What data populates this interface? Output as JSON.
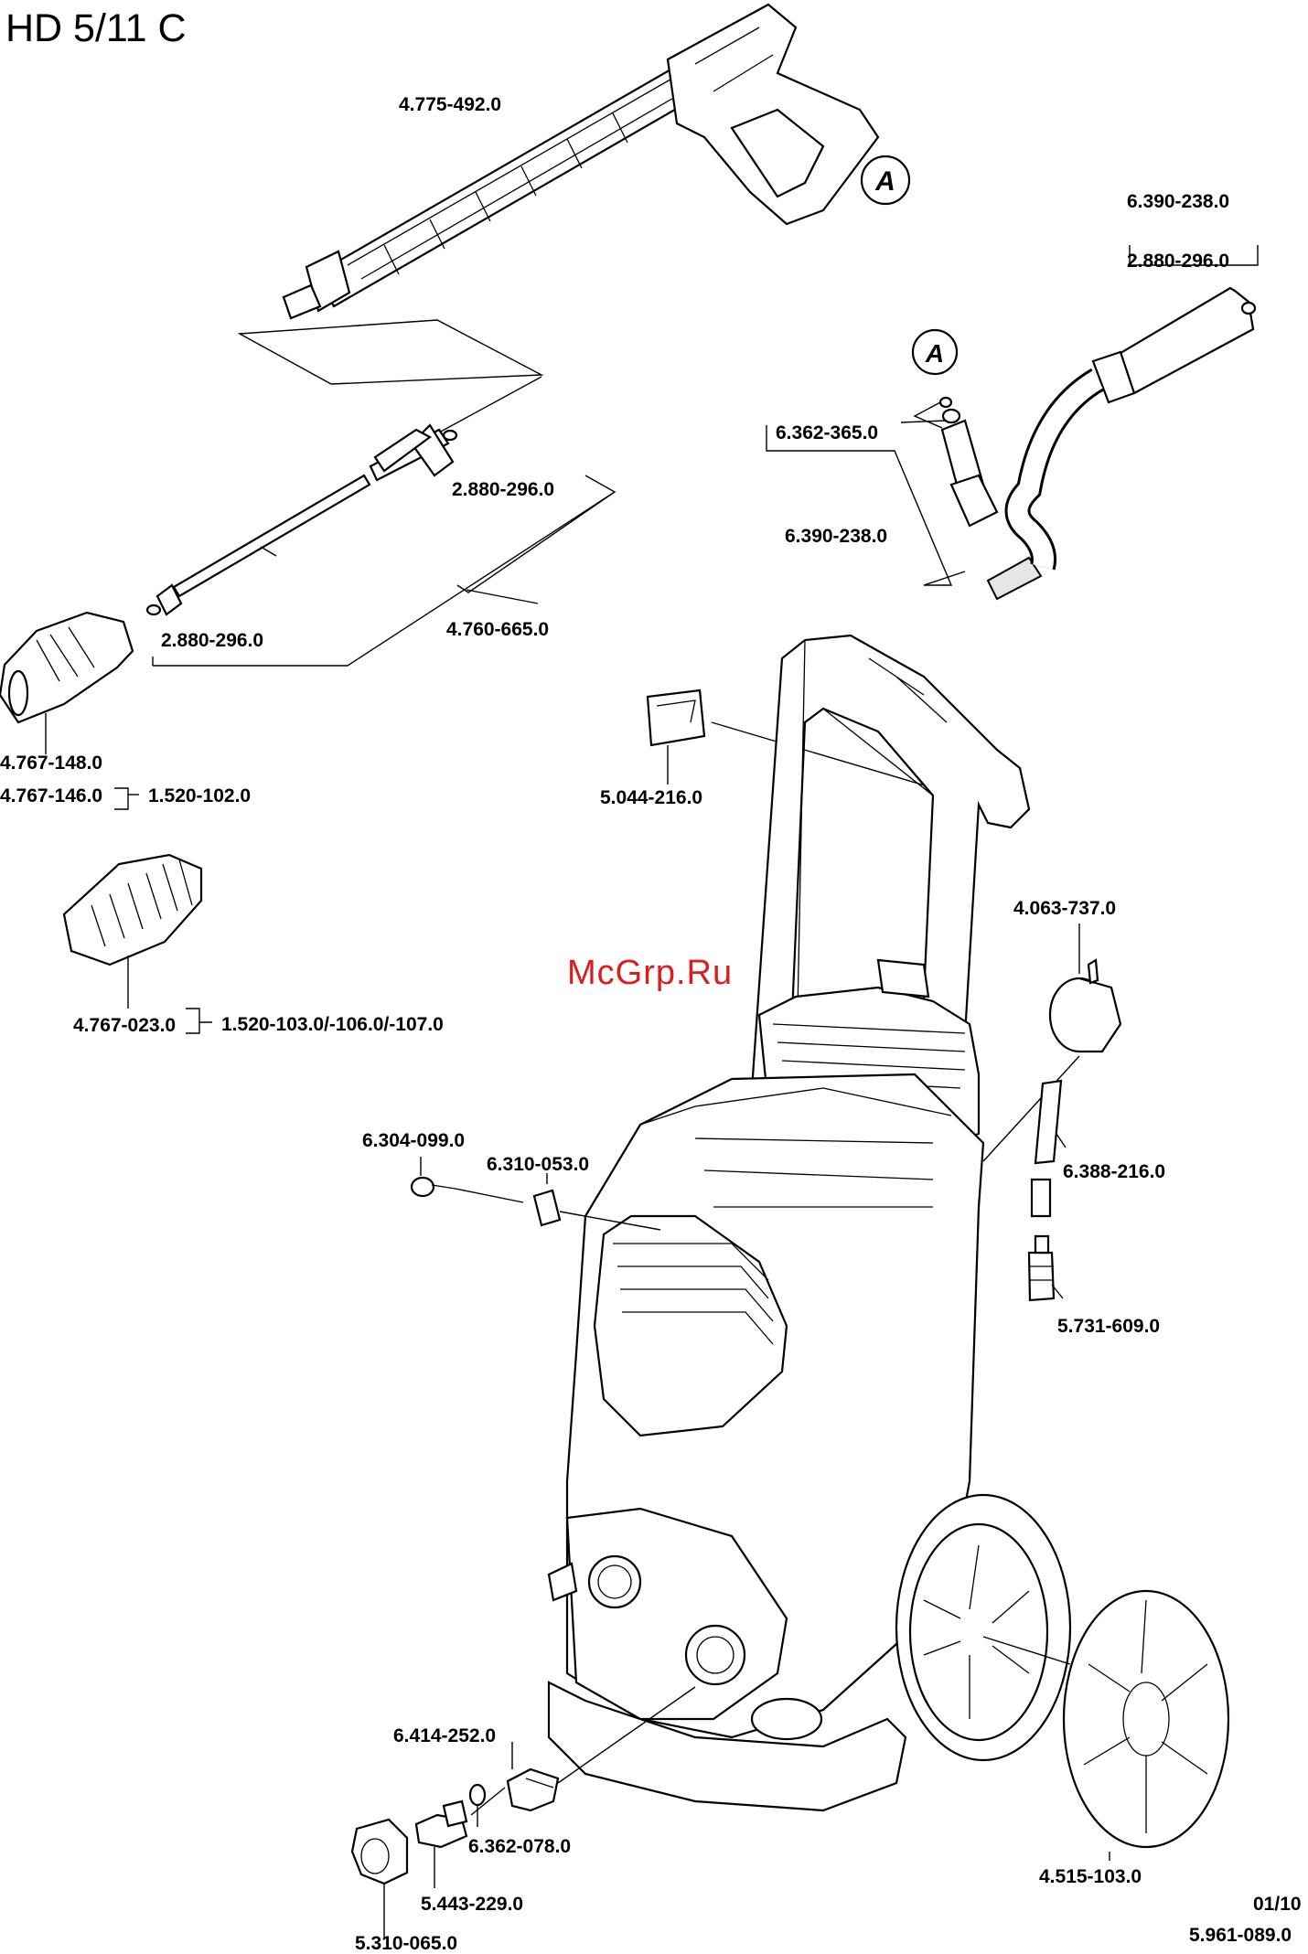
{
  "title": "HD 5/11 C",
  "watermark": "McGrp.Ru",
  "callout_letter": "A",
  "labels": {
    "lance": "4.775-492.0",
    "hose_set": "6.390-238.0",
    "oring_top": "2.880-296.0",
    "oring_mid": "2.880-296.0",
    "nipple": "6.362-365.0",
    "hose": "6.390-238.0",
    "spray_lance": "4.760-665.0",
    "oring_lance": "2.880-296.0",
    "nozzle_a": "4.767-148.0",
    "nozzle_b": "4.767-146.0",
    "nozzle_b_ref": "1.520-102.0",
    "clip": "5.044-216.0",
    "detergent_unit": "4.063-737.0",
    "rotor": "4.767-023.0",
    "rotor_ref": "1.520-103.0/-106.0/-107.0",
    "screw": "6.304-099.0",
    "clamp": "6.310-053.0",
    "tube": "6.388-216.0",
    "filter": "5.731-609.0",
    "inlet_coupling": "6.414-252.0",
    "oring_inlet": "6.362-078.0",
    "adapter": "5.443-229.0",
    "wheel_cap": "4.515-103.0",
    "union_nut": "5.310-065.0",
    "date": "01/10",
    "doc_number": "5.961-089.0"
  }
}
